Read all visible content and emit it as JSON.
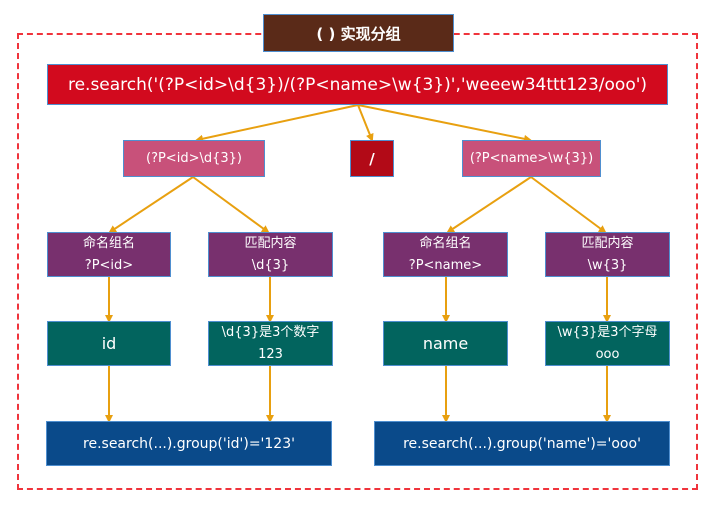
{
  "title": "( ) 实现分组",
  "main_expression": "re.search('(?P<id>\\d{3})/(?P<name>\\w{3})','weeew34ttt123/ooo')",
  "groups": {
    "id_group": "(?P<id>\\d{3})",
    "separator": "/",
    "name_group": "(?P<name>\\w{3})"
  },
  "id_branch": {
    "name_box": {
      "label": "命名组名",
      "value": "?P<id>"
    },
    "match_box": {
      "label": "匹配内容",
      "value": "\\d{3}"
    },
    "name_result": "id",
    "match_result": {
      "label": "\\d{3}是3个数字",
      "value": "123"
    },
    "final": "re.search(...).group('id')='123'"
  },
  "name_branch": {
    "name_box": {
      "label": "命名组名",
      "value": "?P<name>"
    },
    "match_box": {
      "label": "匹配内容",
      "value": "\\w{3}"
    },
    "name_result": "name",
    "match_result": {
      "label": "\\w{3}是3个字母",
      "value": "ooo"
    },
    "final": "re.search(...).group('name')='ooo'"
  },
  "colors": {
    "title_bg": "#5a2a18",
    "main_bg": "#d20a1e",
    "group_bg": "#c8517a",
    "separator_bg": "#b20a17",
    "purple_bg": "#78306e",
    "teal_bg": "#02645e",
    "blue_bg": "#0a4a8a",
    "arrow": "#e8a010",
    "dashed_border": "#f0343c"
  }
}
